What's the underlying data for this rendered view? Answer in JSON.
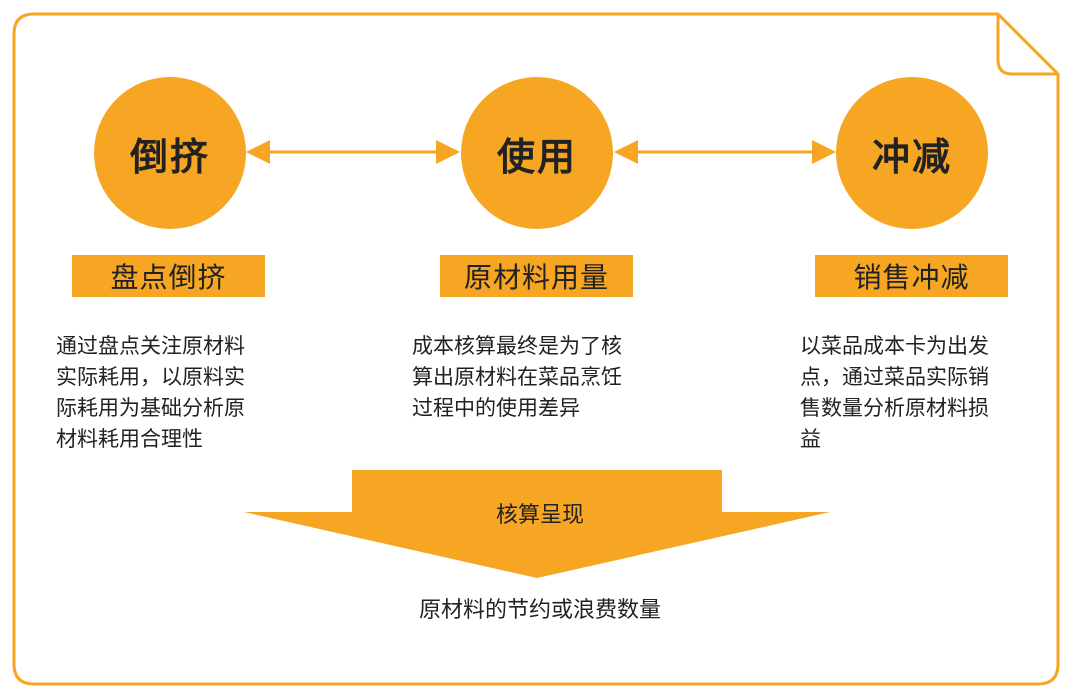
{
  "colors": {
    "accent": "#F6A623",
    "border": "#F6A623",
    "text": "#222222"
  },
  "nodes": [
    {
      "title": "倒挤",
      "label": "盘点倒挤",
      "desc": [
        "通过盘点关注原材料",
        "实际耗用，以原料实",
        "际耗用为基础分析原",
        "材料耗用合理性"
      ]
    },
    {
      "title": "使用",
      "label": "原材料用量",
      "desc": [
        "成本核算最终是为了核",
        "算出原材料在菜品烹饪",
        "过程中的使用差异"
      ]
    },
    {
      "title": "冲减",
      "label": "销售冲减",
      "desc": [
        "以菜品成本卡为出发",
        "点，通过菜品实际销",
        "售数量分析原材料损",
        "益"
      ]
    }
  ],
  "connectors": [
    {
      "from": "倒挤",
      "to": "使用",
      "direction": "both"
    },
    {
      "from": "使用",
      "to": "冲减",
      "direction": "both"
    }
  ],
  "summary": {
    "arrow_label": "核算呈现",
    "result": "原材料的节约或浪费数量"
  }
}
